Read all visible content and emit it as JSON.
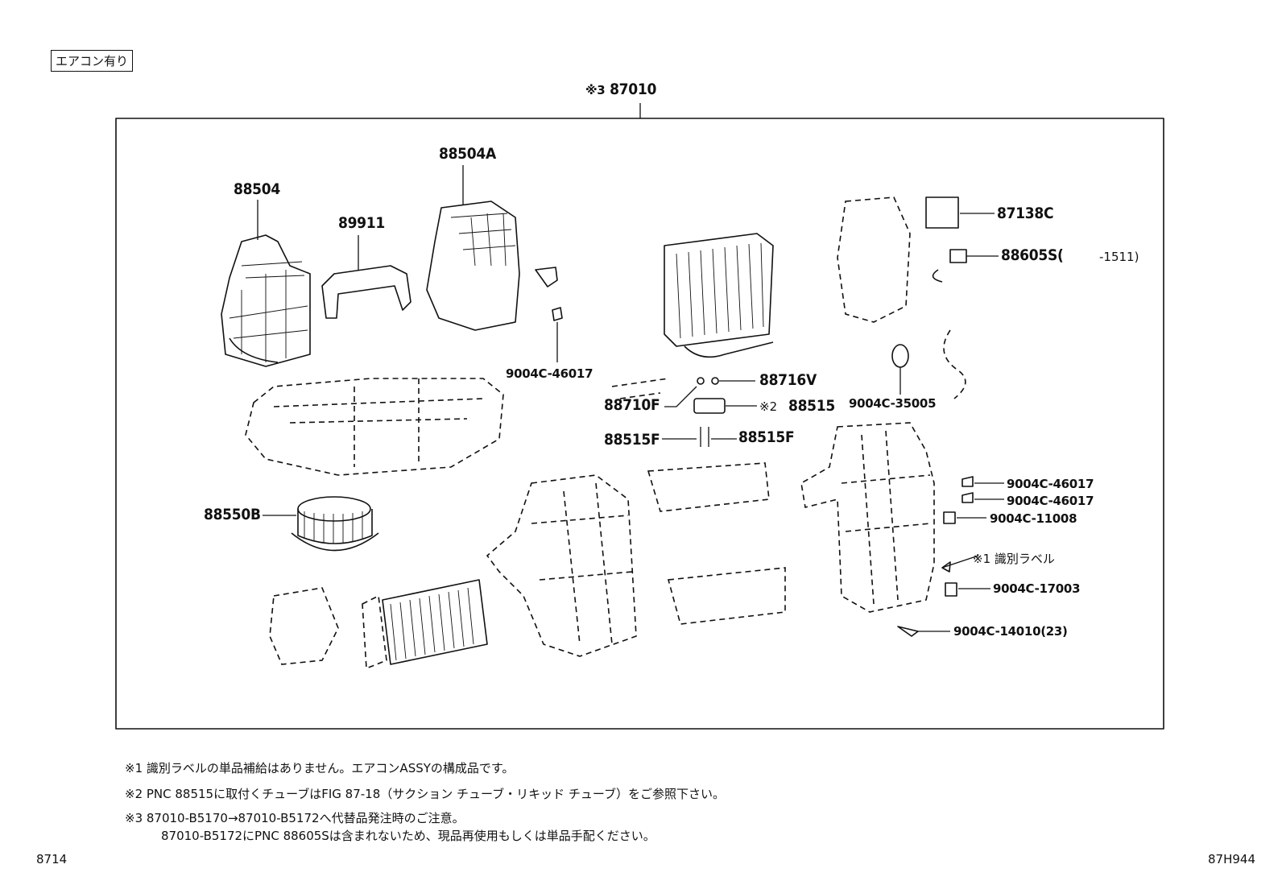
{
  "header_tag": "エアコン有り",
  "assembly": {
    "mark": "※3",
    "part": "87010"
  },
  "parts": {
    "p88504": "88504",
    "p88504A": "88504A",
    "p89911": "89911",
    "p88550B": "88550B",
    "p87138C": "87138C",
    "p88605S": "88605S(",
    "p88605S_range": "-1511)",
    "p9004C_46017_a": "9004C-46017",
    "p88716V": "88716V",
    "p88710F": "88710F",
    "p88515": "88515",
    "p88515_mark": "※2",
    "p88515F_left": "88515F",
    "p88515F_right": "88515F",
    "p9004C_35005": "9004C-35005",
    "p9004C_46017_b": "9004C-46017",
    "p9004C_46017_c": "9004C-46017",
    "p9004C_11008": "9004C-11008",
    "id_label": "※1 識別ラベル",
    "p9004C_17003": "9004C-17003",
    "p9004C_14010": "9004C-14010(23)"
  },
  "notes": [
    "※1  識別ラベルの単品補給はありません。エアコンASSYの構成品です。",
    "※2  PNC 88515に取付くチューブはFIG 87-18（サクション チューブ・リキッド チューブ）をご参照下さい。",
    "※3  87010-B5170→87010-B5172へ代替品発注時のご注意。",
    "87010-B5172にPNC 88605Sは含まれないため、現品再使用もしくは単品手配ください。"
  ],
  "page_number": "8714",
  "figure_code": "87H944"
}
